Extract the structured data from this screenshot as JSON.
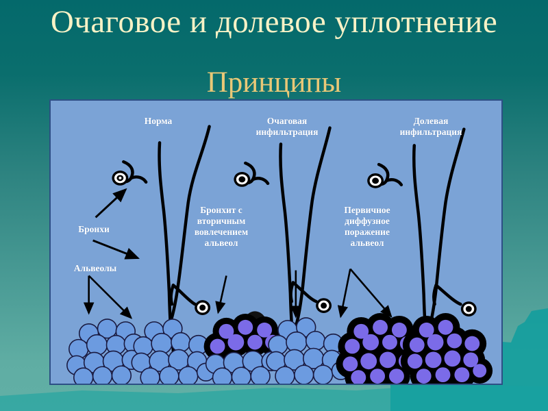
{
  "slide": {
    "title_main": "Очаговое и долевое уплотнение",
    "title_sub": "Принципы",
    "background_top_color": "#04696b",
    "background_bottom_color": "#62b0a6",
    "title_main_color": "#f7f2c6",
    "title_sub_color": "#e9c877"
  },
  "panel": {
    "background_color": "#7ba3d6",
    "border_color": "#2d4f85",
    "labels": {
      "norma": "Норма",
      "focal_infiltration": "Очаговая\nинфильтрация",
      "lobar_infiltration": "Долевая\nинфильтрация",
      "bronchi": "Бронхи",
      "alveoli": "Альвеолы",
      "bronchitis_secondary": "Бронхит с\nвторичным\nвовлечением\nальвеол",
      "primary_diffuse": "Первичное\nдиффузное\nпоражение\nальвеол"
    },
    "legend_colors": {
      "normal_alveolus_fill": "#6c9be0",
      "infiltrated_alveolus_fill": "#7b6be8",
      "infiltrate_outline": "#000000",
      "bronchus_stroke": "#000000"
    },
    "columns": [
      {
        "name": "norma",
        "state": "normal",
        "alveoli_clusters": 2,
        "infiltrated_clusters": 0
      },
      {
        "name": "focal",
        "state": "focal-infiltration",
        "alveoli_clusters": 2,
        "infiltrated_clusters": 1
      },
      {
        "name": "lobar",
        "state": "lobar-infiltration",
        "alveoli_clusters": 2,
        "infiltrated_clusters": 2
      }
    ]
  }
}
